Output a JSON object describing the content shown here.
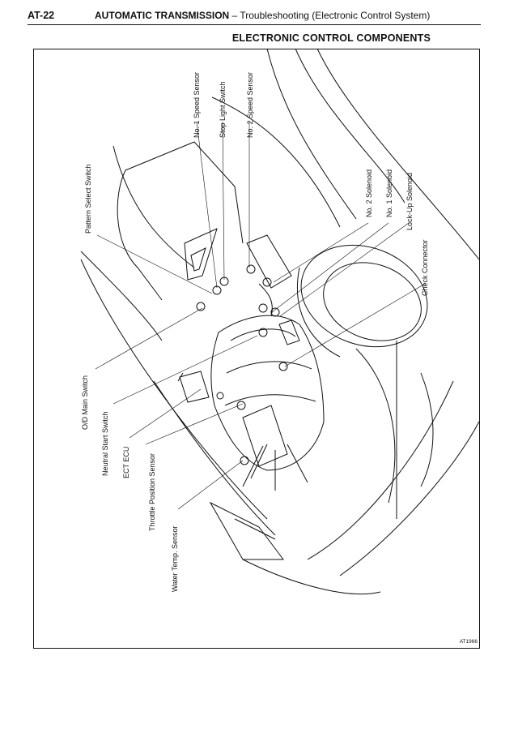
{
  "header": {
    "page_number": "AT-22",
    "title_bold": "AUTOMATIC TRANSMISSION",
    "title_rest": " – Troubleshooting (Electronic Control System)"
  },
  "section_title": "ELECTRONIC CONTROL COMPONENTS",
  "figure": {
    "code": "AT1966",
    "labels": {
      "no1_speed_sensor": "No. 1 Speed Sensor",
      "stop_light_switch": "Stop Light Switch",
      "no2_speed_sensor": "No. 2 Speed Sensor",
      "pattern_select_switch": "Pattern Select Switch",
      "no2_solenoid": "No. 2 Solenoid",
      "no1_solenoid": "No. 1 Solenoid",
      "lockup_solenoid": "Lock-Up Solenoid",
      "check_connector": "Check Connector",
      "od_main_switch": "O/D Main Switch",
      "neutral_start_switch": "Neutral Start Switch",
      "ect_ecu": "ECT ECU",
      "throttle_position_sensor": "Throttle Position Sensor",
      "water_temp_sensor": "Water Temp. Sensor"
    }
  }
}
